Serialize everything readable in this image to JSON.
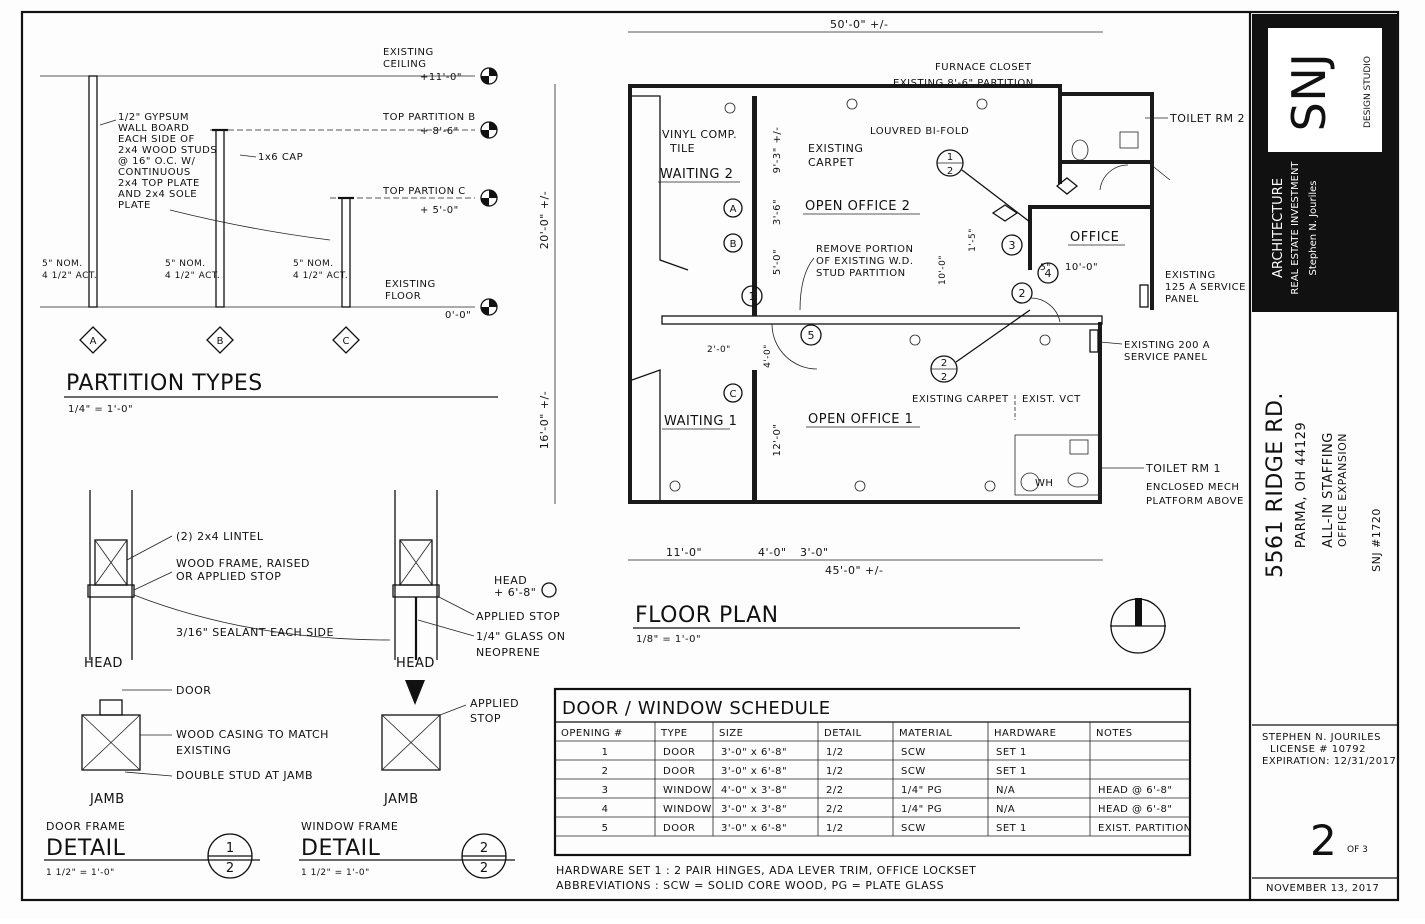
{
  "title_block": {
    "logo": "SNJ",
    "logo_side": "DESIGN STUDIO",
    "firm_line1": "ARCHITECTURE",
    "firm_line2": "REAL ESTATE INVESTMENT",
    "architect": "Stephen N. Jouriles",
    "project_address_line1": "5561 RIDGE RD.",
    "project_address_line2": "PARMA, OH 44129",
    "project_desc_line1": "ALL-IN STAFFING",
    "project_desc_line2": "OFFICE EXPANSION",
    "project_number": "SNJ #1720",
    "license_line1": "STEPHEN N. JOURILES",
    "license_line2": "LICENSE # 10792",
    "license_line3": "EXPIRATION: 12/31/2017",
    "sheet_number": "2",
    "sheet_of": "OF 3",
    "date": "NOVEMBER 13, 2017"
  },
  "partition_types": {
    "title": "PARTITION TYPES",
    "scale": "1/4\" = 1'-0\"",
    "note_lines": [
      "1/2\" GYPSUM",
      "WALL BOARD",
      "EACH SIDE OF",
      "2x4 WOOD STUDS",
      "@ 16\" O.C. W/",
      "CONTINUOUS",
      "2x4 TOP PLATE",
      "AND 2x4 SOLE",
      "PLATE"
    ],
    "cap_note": "1x6 CAP",
    "nom_a": "5\" NOM.",
    "act_a": "4 1/2\" ACT.",
    "nom_b": "5\" NOM.",
    "act_b": "4 1/2\" ACT.",
    "nom_c": "5\" NOM.",
    "act_c": "4 1/2\" ACT.",
    "levels": [
      {
        "label1": "EXISTING",
        "label2": "CEILING",
        "elev": "+11'-0\""
      },
      {
        "label1": "TOP PARTITION B",
        "label2": "",
        "elev": "+ 8'-6\""
      },
      {
        "label1": "TOP PARTION C",
        "label2": "",
        "elev": "+ 5'-0\""
      },
      {
        "label1": "EXISTING",
        "label2": "FLOOR",
        "elev": "0'-0\""
      }
    ],
    "tags": [
      "A",
      "B",
      "C"
    ]
  },
  "details": {
    "door": {
      "title1": "DOOR FRAME",
      "title2": "DETAIL",
      "scale": "1 1/2\" = 1'-0\"",
      "num": "1",
      "sheet": "2",
      "head": "HEAD",
      "jamb": "JAMB",
      "notes": [
        "(2) 2x4 LINTEL",
        "WOOD FRAME, RAISED",
        "OR APPLIED STOP",
        "3/16\" SEALANT EACH SIDE",
        "DOOR",
        "WOOD CASING TO MATCH",
        "EXISTING",
        "DOUBLE STUD AT JAMB"
      ]
    },
    "window": {
      "title1": "WINDOW FRAME",
      "title2": "DETAIL",
      "scale": "1 1/2\" = 1'-0\"",
      "num": "2",
      "sheet": "2",
      "head": "HEAD",
      "jamb": "JAMB",
      "head_label": "HEAD",
      "head_elev": "+ 6'-8\"",
      "notes": [
        "APPLIED STOP",
        "1/4\" GLASS ON",
        "NEOPRENE",
        "APPLIED",
        "STOP"
      ]
    }
  },
  "floor_plan": {
    "title": "FLOOR PLAN",
    "scale": "1/8\" = 1'-0\"",
    "dim_top": "50'-0\" +/-",
    "dim_left_upper": "20'-0\" +/-",
    "dim_left_lower": "16'-0\" +/-",
    "dim_bottom": [
      "11'-0\"",
      "4'-0\"",
      "3'-0\"",
      "45'-0\" +/-"
    ],
    "labels": {
      "furnace": "FURNACE CLOSET",
      "existing_partition": "EXISTING 8'-6\" PARTITION",
      "toilet2": "TOILET RM 2",
      "vinyl": "VINYL COMP.",
      "tile": "TILE",
      "existing_carpet": "EXISTING",
      "carpet": "CARPET",
      "louvred": "LOUVRED BI-FOLD",
      "waiting2": "WAITING 2",
      "open_office2": "OPEN OFFICE 2",
      "office": "OFFICE",
      "office_dim": "10'-0\"",
      "remove1": "REMOVE PORTION",
      "remove2": "OF EXISTING W.D.",
      "remove3": "STUD PARTITION",
      "panel125_1": "EXISTING",
      "panel125_2": "125 A SERVICE",
      "panel125_3": "PANEL",
      "panel200_1": "EXISTING 200 A",
      "panel200_2": "SERVICE PANEL",
      "waiting1": "WAITING 1",
      "open_office1": "OPEN OFFICE 1",
      "existing_carpet_vct": "EXISTING CARPET",
      "exist_vct": "EXIST. VCT",
      "toilet1": "TOILET RM 1",
      "mech1": "ENCLOSED MECH",
      "mech2": "PLATFORM ABOVE",
      "wh": "WH",
      "dim_3_6": "3'-6\"",
      "dim_5_0": "5'-0\"",
      "dim_12_0": "12'-0\"",
      "dim_9_3": "9'-3\" +/-",
      "dim_2_0": "2'-0\"",
      "dim_4_0": "4'-0\"",
      "dim_1_5_0": "1'-5\"",
      "dim_10": "10'-0\"",
      "dim_5": "5\""
    },
    "doors": [
      "1",
      "2",
      "3",
      "4",
      "5"
    ],
    "windows": [
      "A",
      "B",
      "C"
    ],
    "section_refs": [
      {
        "num": "1",
        "sheet": "2"
      },
      {
        "num": "2",
        "sheet": "2"
      }
    ]
  },
  "schedule": {
    "title": "DOOR / WINDOW SCHEDULE",
    "headers": [
      "OPENING #",
      "TYPE",
      "SIZE",
      "DETAIL",
      "MATERIAL",
      "HARDWARE",
      "NOTES"
    ],
    "rows": [
      [
        "1",
        "DOOR",
        "3'-0\" x 6'-8\"",
        "1/2",
        "SCW",
        "SET 1",
        ""
      ],
      [
        "2",
        "DOOR",
        "3'-0\" x 6'-8\"",
        "1/2",
        "SCW",
        "SET 1",
        ""
      ],
      [
        "3",
        "WINDOW",
        "4'-0\" x 3'-8\"",
        "2/2",
        "1/4\" PG",
        "N/A",
        "HEAD @ 6'-8\""
      ],
      [
        "4",
        "WINDOW",
        "3'-0\" x 3'-8\"",
        "2/2",
        "1/4\" PG",
        "N/A",
        "HEAD @ 6'-8\""
      ],
      [
        "5",
        "DOOR",
        "3'-0\" x 6'-8\"",
        "1/2",
        "SCW",
        "SET 1",
        "EXIST. PARTITION"
      ]
    ],
    "footnote1": "HARDWARE SET 1 : 2 PAIR HINGES, ADA LEVER TRIM, OFFICE LOCKSET",
    "footnote2": "ABBREVIATIONS : SCW = SOLID CORE WOOD, PG = PLATE GLASS"
  }
}
